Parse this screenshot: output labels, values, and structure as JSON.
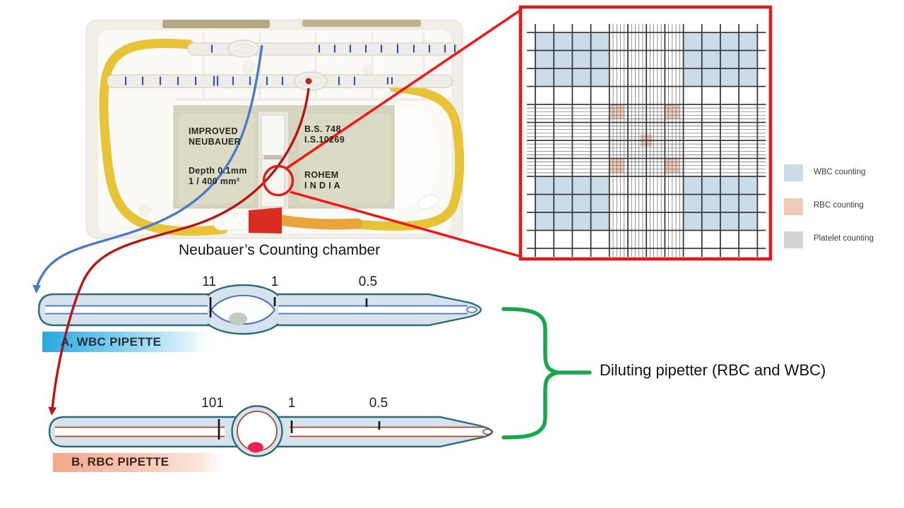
{
  "photo": {
    "caption": "Neubauer’s Counting chamber",
    "chamber": {
      "brand_line": "IMPROVED\nNEUBAUER",
      "standard_line": "B.S. 748\nI.S.10269",
      "depth_line": "Depth 0.1mm\n1 / 400 mm²",
      "maker_line": "ROHEM\nI N D I A"
    }
  },
  "grid_diagram": {
    "legend": [
      {
        "label": "WBC counting",
        "color": "#C9DCE7"
      },
      {
        "label": "RBC counting",
        "color": "#F0CBB8"
      },
      {
        "label": "Platelet counting",
        "color": "#D4D4D4"
      }
    ]
  },
  "pipettes": {
    "wbc": {
      "label": "A, WBC PIPETTE",
      "marks": [
        "11",
        "1",
        "0.5"
      ]
    },
    "rbc": {
      "label": "B, RBC PIPETTE",
      "marks": [
        "101",
        "1",
        "0.5"
      ]
    },
    "brace_label": "Diluting pipetter (RBC and WBC)"
  },
  "colors": {
    "grid_border": "#EE1414",
    "grid_line": "#3B3B3B",
    "grid_fine_line": "#646464",
    "annotation_red": "#E61910",
    "connector_red": "#F21616",
    "curve_blue": "#4C79CB",
    "curve_dark_red": "#B81414",
    "brace_green": "#16A84B",
    "wbc_bar_start": "#29A8E0",
    "rbc_bar_start": "#F5A78C"
  }
}
